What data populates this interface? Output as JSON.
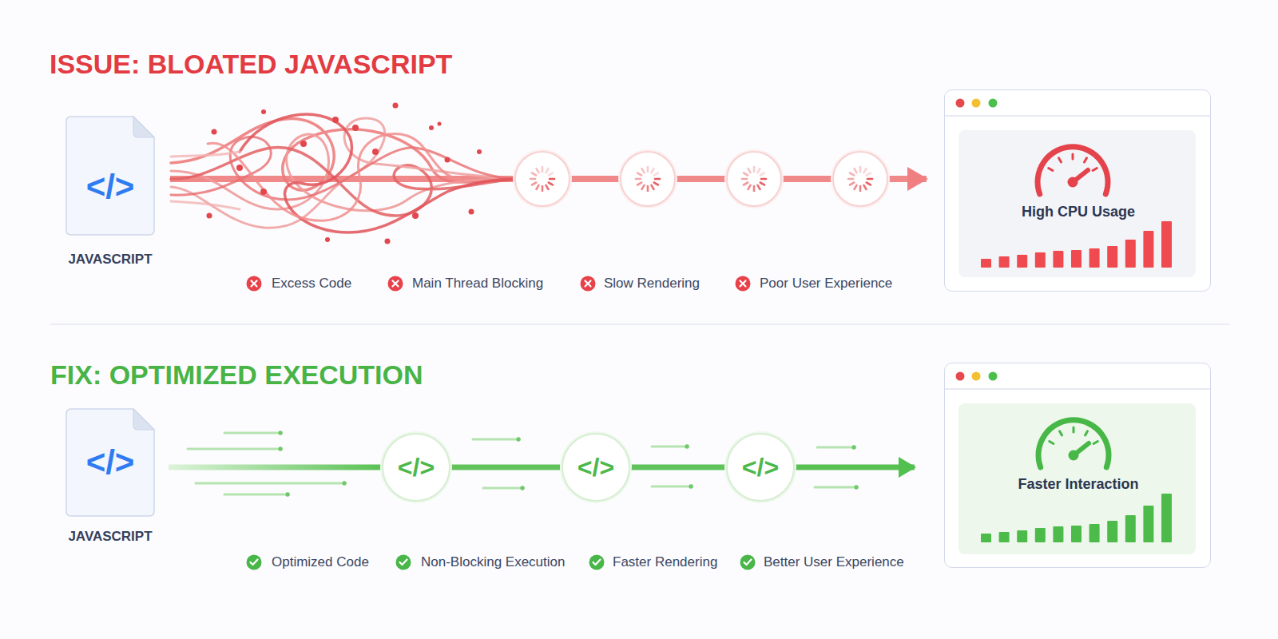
{
  "diagram": {
    "nodes": [
      {
        "text": [
          "</>",
          "JAVASCRIPT"
        ]
      },
      {
        "text": [
          "High CPU Usage"
        ]
      },
      {
        "text": [
          "</>",
          "JAVASCRIPT"
        ]
      },
      {
        "text": [
          "</>"
        ]
      },
      {
        "text": [
          "</>"
        ]
      },
      {
        "text": [
          "</>"
        ]
      },
      {
        "text": [
          "Faster Interaction"
        ]
      }
    ],
    "edges": [
      {
        "from": 0,
        "to": 1,
        "arrow": "to"
      },
      {
        "from": 2,
        "to": 3,
        "arrow": "none"
      },
      {
        "from": 3,
        "to": 4,
        "arrow": "none"
      },
      {
        "from": 4,
        "to": 5,
        "arrow": "none"
      },
      {
        "from": 5,
        "to": 6,
        "arrow": "to"
      }
    ],
    "labels": [
      "ISSUE: BLOATED JAVASCRIPT",
      "Excess Code",
      "Main Thread Blocking",
      "Slow Rendering",
      "Poor User Experience",
      "FIX: OPTIMIZED EXECUTION",
      "Optimized Code",
      "Non-Blocking Execution",
      "Faster Rendering",
      "Better User Experience"
    ]
  }
}
